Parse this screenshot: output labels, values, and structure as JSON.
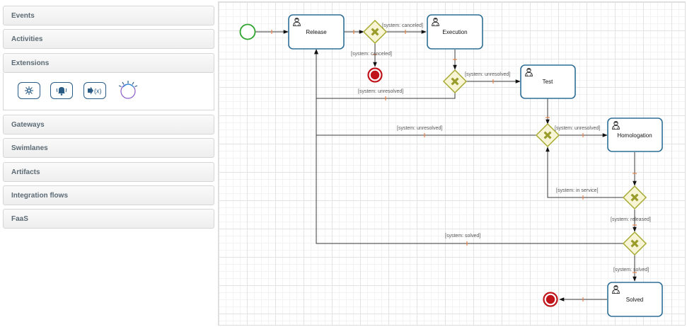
{
  "palette": {
    "sections": {
      "events": "Events",
      "activities": "Activities",
      "extensions": "Extensions",
      "gateways": "Gateways",
      "swimlanes": "Swimlanes",
      "artifacts": "Artifacts",
      "integration_flows": "Integration flows",
      "faas": "FaaS"
    },
    "extension_icons": [
      "network-icon",
      "alarm-bell-icon",
      "function-call-icon",
      "ibm-watson-icon"
    ]
  },
  "diagram": {
    "tasks": {
      "release": "Release",
      "execution": "Execution",
      "test": "Test",
      "homologation": "Homologation",
      "solved": "Solved"
    },
    "edge_labels": {
      "canceled_to_execution": "[system: canceled]",
      "canceled_to_end": "[system: canceled]",
      "unresolved_to_test": "[system: unresolved]",
      "unresolved_back_release_1": "[system: unresolved]",
      "unresolved_back_release_2": "[system: unresolved]",
      "unresolved_to_homologation": "[system: unresolved]",
      "in_service": "[system: in service]",
      "released": "[system: released]",
      "solved_back_release": "[system: solved]",
      "solved_to_task": "[system: solved]"
    }
  },
  "colors": {
    "start_event": "#2ea52e",
    "end_event": "#c0141a",
    "gateway_fill": "#f7f5d6",
    "gateway_stroke": "#a6aa2e",
    "gateway_x": "#9a9c2a",
    "task_stroke": "#2f6f96",
    "flow_tick": "#e8844d"
  }
}
